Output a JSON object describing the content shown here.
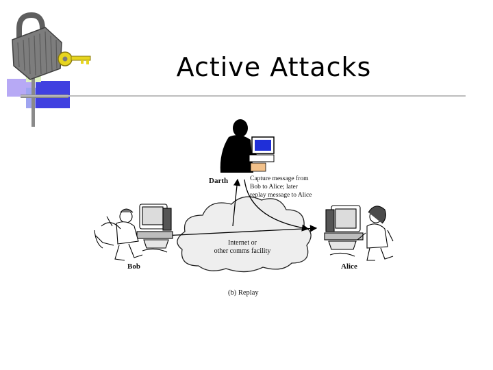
{
  "slide": {
    "title": "Active Attacks"
  },
  "diagram": {
    "attacker_name": "Darth",
    "attacker_note_lines": [
      "Capture message from",
      "Bob to Alice; later",
      "replay message to Alice"
    ],
    "sender_name": "Bob",
    "receiver_name": "Alice",
    "network_label_lines": [
      "Internet or",
      "other comms facility"
    ],
    "caption": "(b) Replay"
  },
  "colors": {
    "decor_gray": "#7a7a7a",
    "decor_blue": "#4040e0",
    "decor_violet": "#b7a9f5",
    "decor_green": "#dff2c4",
    "key_yellow": "#e7d51f",
    "cloud_fill": "#eeeeee",
    "screen_blue": "#1f2fd8"
  },
  "icons": [
    "padlock-key-icon",
    "attacker-silhouette-icon",
    "person-at-computer-icon",
    "cloud-icon"
  ]
}
